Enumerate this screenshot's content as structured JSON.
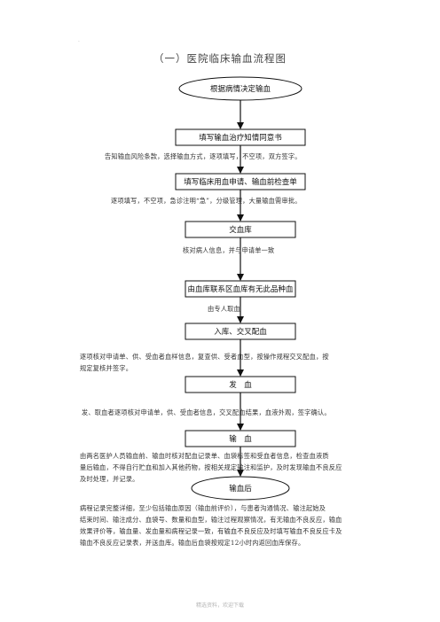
{
  "title": "（一）医院临床输血流程图",
  "corner_mark": "·",
  "footer": "精选资料，欢迎下载",
  "steps": [
    {
      "label": "根据病情决定输血",
      "shape": "ellipse"
    },
    {
      "label": "填写输血治疗知情同意书",
      "shape": "rect"
    },
    {
      "label": "填写临床用血申请、输血前检查单",
      "shape": "rect"
    },
    {
      "label": "交血库",
      "shape": "rect"
    },
    {
      "label": "由血库联系区血库有无此品种血",
      "shape": "rect"
    },
    {
      "label": "入库、交叉配血",
      "shape": "rect"
    },
    {
      "label": "发　血",
      "shape": "rect"
    },
    {
      "label": "输　血",
      "shape": "rect"
    },
    {
      "label": "输血后",
      "shape": "ellipse"
    }
  ],
  "notes": [
    {
      "lines": [
        "告知输血风险条款，选择输血方式，逐项填写，不空项，双方签字。"
      ]
    },
    {
      "lines": [
        "逐项填写，不空项，急诊注明“急”，分级管理，大量输血需审批。"
      ]
    },
    {
      "lines": [
        "核对病人信息，并与申请单一致"
      ]
    },
    {
      "lines": [
        "由专人取血"
      ]
    },
    {
      "lines": [
        "逐项核对申请单、供、受血者血样信息，复查供、受者血型，按操作规程交叉配血，按",
        "规定复核并签字。"
      ]
    },
    {
      "lines": [
        "发、取血者逐项核对申请单，供、受血者信息，交叉配血结果，血液外观，签字确认。"
      ]
    },
    {
      "lines": [
        "由两名医护人员输血前、输血时核对配血记录单、血袋标签和受血者信息，检查血液质",
        "量后输血，不得自行贮血和加入其他药物，按相关规定输注和监护，及时发现输血不良反应",
        "及时处理，并记录。"
      ]
    },
    {
      "lines": [
        "病程记录完整详细，至少包括输血原因（输血前评价），与患者沟通情况、输注起始及",
        "结束时间、输注成分、血袋号、数量和血型，输注过程观察情况，有无输血不良反应，输血",
        "效果评价等，输血量、发血量和病程记录一致，有输血不良反应及时填写输血不良反应卡及",
        "输血不良反应记录表，并送血库。输血后血袋按规定12小时内返回血库保存。"
      ]
    }
  ]
}
